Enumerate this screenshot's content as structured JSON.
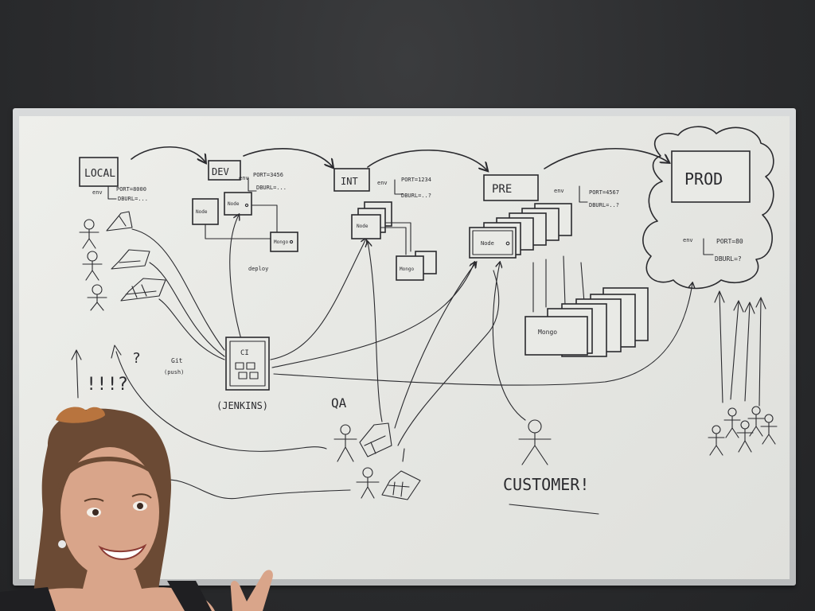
{
  "board": {
    "env_labels": {
      "local": "LOCAL",
      "dev": "DEV",
      "int": "INT",
      "pre": "PRE",
      "prod": "PROD"
    },
    "local_config": {
      "env": "env",
      "port": "PORT=8000",
      "dburl": "DBURL=..."
    },
    "dev_config": {
      "env": "env",
      "port": "PORT=3456",
      "dburl": "DBURL=..."
    },
    "int_config": {
      "env": "env",
      "port": "PORT=1234",
      "dburl": "DBURL=..?"
    },
    "pre_config": {
      "env": "env",
      "port": "PORT=4567",
      "dburl": "DBURL=..?"
    },
    "prod_config": {
      "env": "env",
      "port": "PORT=80",
      "dburl": "DBURL=?"
    },
    "node_label": "Node",
    "mongo_label": "Mongo",
    "ci_label": "CI",
    "jenkins_label": "(JENKINS)",
    "deploy_label": "deploy",
    "git_label": "Git",
    "git_sub_label": "(push)",
    "qa_label": "QA",
    "customer_label": "CUSTOMER!",
    "question_marks": "!!!?",
    "question_single": "?"
  }
}
